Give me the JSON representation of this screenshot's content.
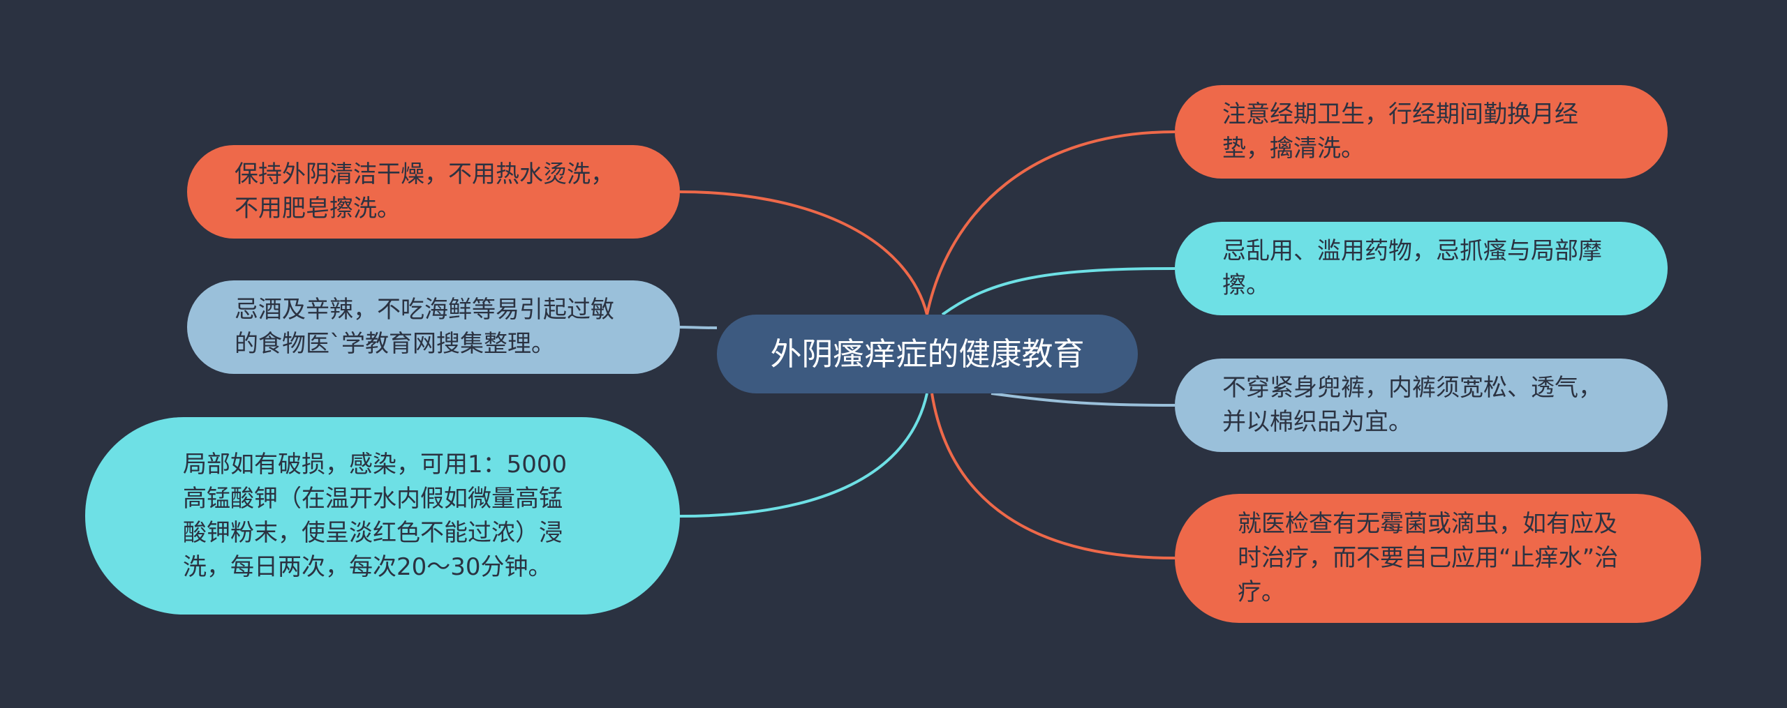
{
  "mindmap": {
    "center": {
      "label": "外阴瘙痒症的健康教育",
      "color": "#3d5a80"
    },
    "background_color": "#2b3241",
    "left_nodes": [
      {
        "label": "保持外阴清洁干燥，不用热水烫洗，不用肥皂擦洗。",
        "color": "#ee694a"
      },
      {
        "label": "忌酒及辛辣，不吃海鲜等易引起过敏的食物医`学教育网搜集整理。",
        "color": "#9ac0da"
      },
      {
        "label": "局部如有破损，感染，可用1：5000高锰酸钾（在温开水内假如微量高锰酸钾粉末，使呈淡红色不能过浓）浸洗，每日两次，每次20～30分钟。",
        "color": "#6ee0e5"
      }
    ],
    "right_nodes": [
      {
        "label": "注意经期卫生，行经期间勤换月经垫，擒清洗。",
        "color": "#ee694a"
      },
      {
        "label": "忌乱用、滥用药物，忌抓瘙与局部摩擦。",
        "color": "#6ee0e5"
      },
      {
        "label": "不穿紧身兜裤，内裤须宽松、透气，并以棉织品为宜。",
        "color": "#9ac0da"
      },
      {
        "label": "就医检查有无霉菌或滴虫，如有应及时治疗，而不要自己应用“止痒水”治疗。",
        "color": "#ee694a"
      }
    ]
  }
}
